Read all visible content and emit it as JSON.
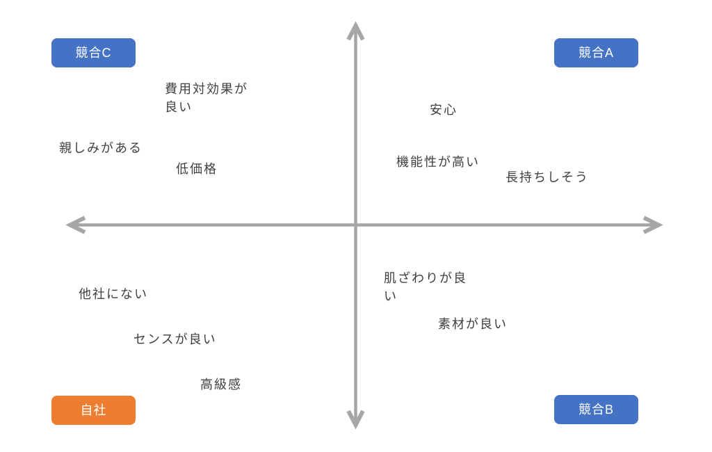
{
  "diagram": {
    "type": "positioning-map-2x2",
    "badges": [
      {
        "label": "競合C",
        "quadrant": "top-left",
        "color": "#4472C4"
      },
      {
        "label": "競合A",
        "quadrant": "top-right",
        "color": "#4472C4"
      },
      {
        "label": "自社",
        "quadrant": "bottom-left",
        "color": "#ED7D31"
      },
      {
        "label": "競合B",
        "quadrant": "bottom-right",
        "color": "#4472C4"
      }
    ],
    "labels": [
      {
        "text": "費用対効果が\n良い",
        "quadrant": "top-left"
      },
      {
        "text": "親しみがある",
        "quadrant": "top-left"
      },
      {
        "text": "低価格",
        "quadrant": "top-left"
      },
      {
        "text": "安心",
        "quadrant": "top-right"
      },
      {
        "text": "機能性が高い",
        "quadrant": "top-right"
      },
      {
        "text": "長持ちしそう",
        "quadrant": "top-right"
      },
      {
        "text": "他社にない",
        "quadrant": "bottom-left"
      },
      {
        "text": "センスが良い",
        "quadrant": "bottom-left"
      },
      {
        "text": "高級感",
        "quadrant": "bottom-left"
      },
      {
        "text": "肌ざわりが良\nい",
        "quadrant": "bottom-right"
      },
      {
        "text": "素材が良い",
        "quadrant": "bottom-right"
      }
    ],
    "colors": {
      "competitor_badge": "#4472C4",
      "own_company_badge": "#ED7D31",
      "axis": "#A6A6A6",
      "label_text": "#3F3F3F",
      "badge_text": "#FFFFFF",
      "background": "#FFFFFF"
    }
  }
}
